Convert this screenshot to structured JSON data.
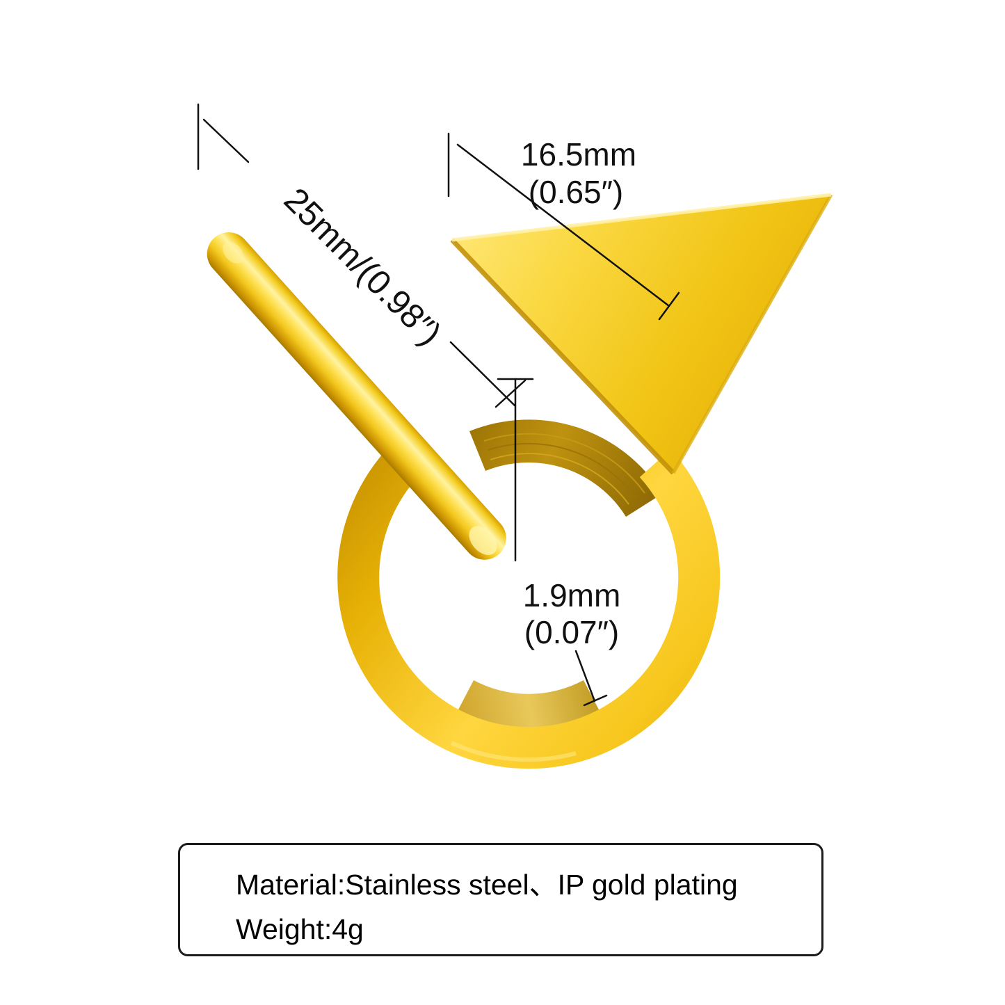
{
  "annotations": {
    "bar_length": {
      "label": "25mm/(0.98″)"
    },
    "triangle_width": {
      "line1": "16.5mm",
      "line2": "(0.65″)"
    },
    "band_thickness": {
      "line1": "1.9mm",
      "line2": "(0.07″)"
    }
  },
  "spec_box": {
    "material": "Material:Stainless steel、IP gold plating",
    "weight": "Weight:4g"
  },
  "colors": {
    "gold": "#F2C516",
    "gold_light": "#FFE678",
    "gold_dark": "#B88600",
    "dimension_line": "#111111",
    "background": "#FFFFFF",
    "box_border": "#1C1C1C",
    "text": "#000000"
  }
}
